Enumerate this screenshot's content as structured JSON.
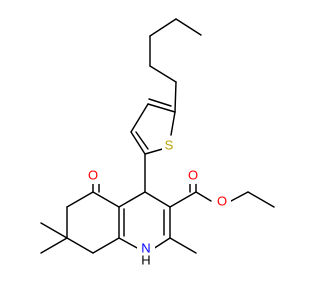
{
  "molecule": {
    "atom_labels": {
      "oxygen_ketone": "O",
      "oxygen_carbonyl_ester": "O",
      "oxygen_ether_ester": "O",
      "sulfur": "S",
      "nitrogen": "N",
      "nitrogen_hydrogen": "H"
    },
    "colors": {
      "bond": "#000000",
      "oxygen": "#ff0000",
      "sulfur": "#b8a100",
      "nitrogen": "#0000ff",
      "background": "#ffffff"
    }
  }
}
